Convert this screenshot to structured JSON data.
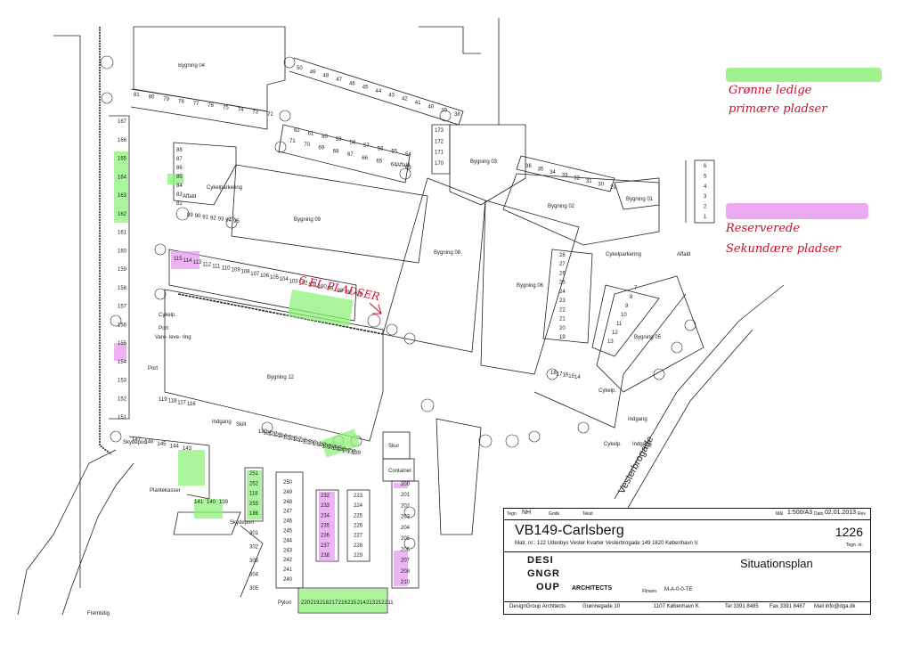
{
  "buildings": {
    "b04": "Bygning 04",
    "b03": "Bygning 03",
    "b02": "Bygning 02",
    "b01": "Bygning 01",
    "b09": "Bygning 09",
    "b08": "Bygning 08",
    "b06": "Bygning 06",
    "b05": "Bygning 05",
    "b12": "Bygning 12"
  },
  "labels": {
    "cykelparkering_1": "Cykelparkering",
    "cykelparkering_2": "Cykelparkering",
    "affald_1": "Affald",
    "affald_2": "Affald",
    "affald_3": "Affald",
    "cykelp_1": "Cykelp.",
    "cykelp_2": "Cykelp.",
    "cykelp_3": "Cykelp.",
    "port_1": "Port",
    "port_2": "Port",
    "vareleve": "Vare-\nleve-\nring",
    "indgang_1": "Indgang",
    "indgang_2": "Indgang",
    "indgang_3": "Indgang",
    "skilt": "Skilt",
    "skydeport_1": "Skydeport",
    "skydeport_2": "Skydeport",
    "plantekasser": "Plantekasser",
    "skur": "Skur",
    "container": "Container",
    "pylon": "Pylon",
    "fremtidig": "Fremtidig",
    "vesterbrogade": "Vesterbrogade"
  },
  "handwritten": {
    "green_legend_1": "Grønne ledige",
    "green_legend_2": "primære pladser",
    "pink_legend_1": "Reserverede",
    "pink_legend_2": "Sekundære pladser",
    "el_note": "6 EL PLADSER"
  },
  "colors": {
    "green": "#8ef07a",
    "pink": "#e79af0",
    "red_ink": "#c8102e"
  },
  "spaces": {
    "top_row": [
      "81",
      "80",
      "79",
      "78",
      "77",
      "76",
      "75",
      "74",
      "73",
      "72"
    ],
    "diag_row": [
      "50",
      "49",
      "48",
      "47",
      "46",
      "45",
      "44",
      "43",
      "42",
      "41",
      "40",
      "39",
      "38"
    ],
    "mid_block_a": [
      "71",
      "70",
      "69",
      "68",
      "67",
      "66",
      "65",
      "64",
      "63"
    ],
    "mid_block_b": [
      "62",
      "61",
      "60",
      "59",
      "58",
      "57",
      "56",
      "55",
      "54"
    ],
    "b03_col": [
      "173",
      "172",
      "171",
      "170"
    ],
    "b02_row": [
      "36",
      "35",
      "34",
      "33",
      "32",
      "31",
      "30",
      "29"
    ],
    "left_col": [
      "88",
      "87",
      "86",
      "85",
      "84",
      "83",
      "82"
    ],
    "left_block": [
      "89",
      "90",
      "91",
      "92",
      "93",
      "94",
      "95"
    ],
    "vert_west": [
      "167",
      "166",
      "165",
      "164",
      "163",
      "162",
      "161",
      "160",
      "159",
      "158",
      "157",
      "156",
      "155",
      "154",
      "153",
      "152",
      "151"
    ],
    "row_111": [
      "115",
      "114",
      "113",
      "112",
      "111",
      "110",
      "109",
      "108",
      "107",
      "106",
      "105",
      "104",
      "103",
      "102",
      "101",
      "100",
      "99",
      "98",
      "97",
      "96"
    ],
    "b06_col": [
      "28",
      "27",
      "26",
      "25",
      "24",
      "23",
      "22",
      "21",
      "20",
      "19"
    ],
    "b05_col": [
      "7",
      "8",
      "9",
      "10",
      "11",
      "12",
      "13"
    ],
    "right_col": [
      "6",
      "5",
      "4",
      "3",
      "2",
      "1"
    ],
    "b12_bottom": [
      "119",
      "118",
      "117",
      "116"
    ],
    "row_120": [
      "120",
      "121",
      "122",
      "123",
      "124",
      "125",
      "126",
      "127",
      "128",
      "129",
      "130",
      "131",
      "132",
      "133",
      "134",
      "135",
      "136",
      "137",
      "138",
      "139"
    ],
    "b12_right": [
      "18",
      "17",
      "16",
      "15",
      "14"
    ],
    "row_147": [
      "147",
      "146",
      "145",
      "144",
      "143"
    ],
    "row_141": [
      "141",
      "140",
      "139"
    ],
    "col_251": [
      "251",
      "252",
      "118",
      "255",
      "186"
    ],
    "col_250": [
      "250",
      "249",
      "248",
      "247",
      "246",
      "245",
      "244",
      "243",
      "242",
      "241",
      "240"
    ],
    "col_301": [
      "301",
      "302",
      "303",
      "304",
      "305"
    ],
    "col_232": [
      "232",
      "233",
      "234",
      "235",
      "236",
      "237",
      "238"
    ],
    "col_223": [
      "223",
      "224",
      "225",
      "226",
      "227",
      "228",
      "229"
    ],
    "col_209": [
      "209",
      "201",
      "202",
      "203",
      "204",
      "205",
      "206",
      "207",
      "208",
      "210"
    ],
    "bottom_row": [
      "220",
      "219",
      "218",
      "217",
      "216",
      "215",
      "214",
      "213",
      "212",
      "211"
    ]
  },
  "titleblock": {
    "project": "VB149-Carlsberg",
    "matr": "Matr. nr.: 122 Udenbys Vester Kvarter Vesterbrogade 149 1620 København V.",
    "number": "1226",
    "scale": "1:500/A3",
    "date": "02.01.2013",
    "drawn_by_label": "Tegn",
    "drawn_by": "NH",
    "checked_label": "Godk",
    "text_label": "Tekst",
    "scale_label": "Mål",
    "date_label": "Dato",
    "rev_label": "Rev",
    "sheet_label": "Tegn. nr.",
    "plan_title": "Situationsplan",
    "logo_1": "DESI",
    "logo_2": "GNGR",
    "logo_3": "OUP",
    "architects": "ARCHITECTS",
    "filename_label": "Filnavn",
    "filename": "M-A-0-0-TE",
    "firm": "DesignGroup Architects",
    "street": "Grønnegade 10",
    "city": "1107 København K",
    "tel": "Tel 3391 8485",
    "fax": "Fax 3391 8487",
    "mail": "Mail info@dga.dk"
  }
}
